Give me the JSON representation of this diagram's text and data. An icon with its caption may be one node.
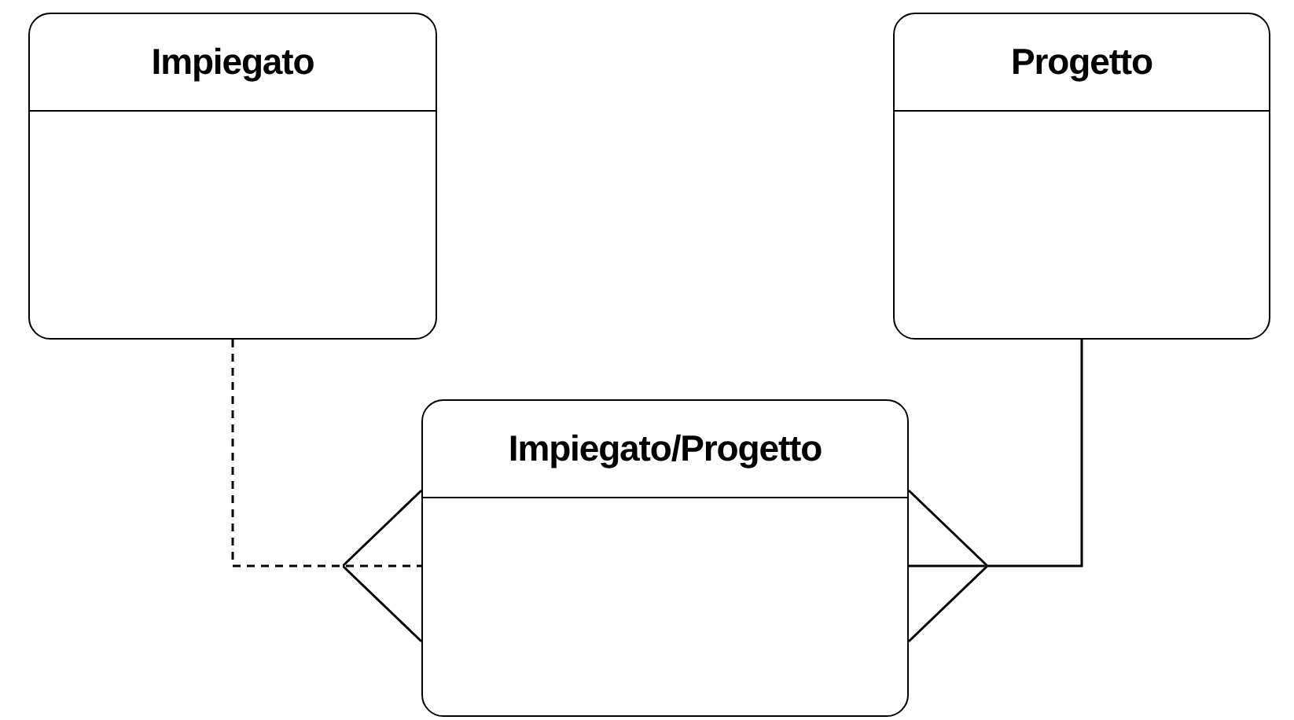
{
  "diagram": {
    "nodes": [
      {
        "text": [
          "Impiegato"
        ]
      },
      {
        "text": [
          "Progetto"
        ]
      },
      {
        "text": [
          "Impiegato/Progetto"
        ]
      }
    ],
    "edges": [
      {
        "from": 0,
        "to": 2,
        "arrow": "other",
        "style": "dashed"
      },
      {
        "from": 1,
        "to": 2,
        "arrow": "other"
      }
    ]
  }
}
